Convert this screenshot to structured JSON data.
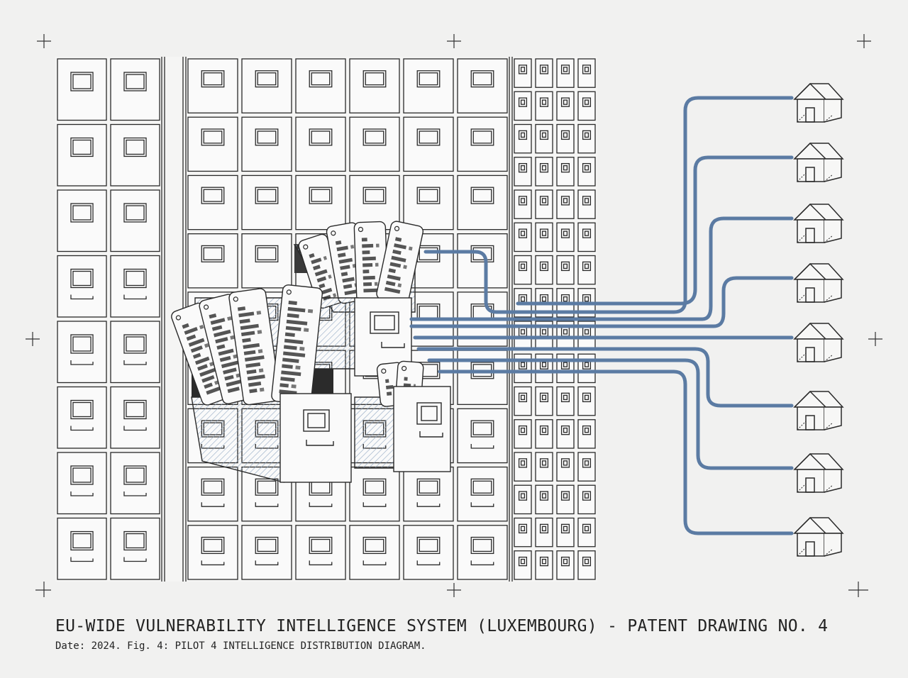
{
  "figure": {
    "title": "EU-WIDE VULNERABILITY INTELLIGENCE SYSTEM (LUXEMBOURG) - PATENT DRAWING NO. 4",
    "caption": "Date: 2024. Fig. 4: PILOT 4 INTELLIGENCE DISTRIBUTION DIAGRAM."
  },
  "style": {
    "line_color": "#222222",
    "accent_color": "#5b7ba3",
    "paper_color": "#f1f1f0",
    "hatch_color": "#8fa6c2"
  },
  "diagram": {
    "source": "filing-cabinet-archive",
    "distribution_lines": 8,
    "destinations": [
      "house-icon",
      "house-icon",
      "house-icon",
      "house-icon",
      "house-icon",
      "house-icon",
      "house-icon",
      "house-icon"
    ]
  }
}
